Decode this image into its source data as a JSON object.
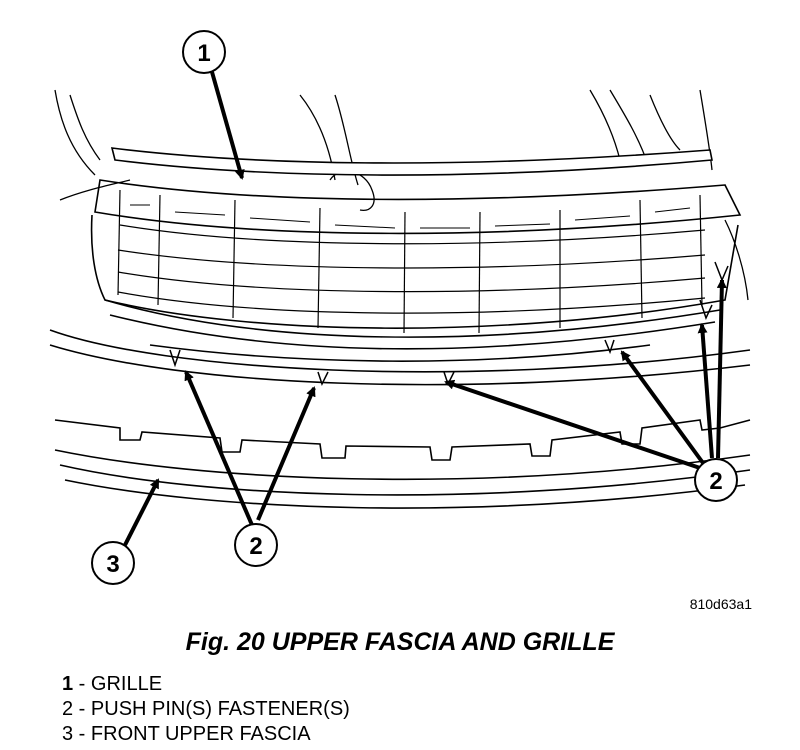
{
  "callouts": {
    "c1": "1",
    "c2a": "2",
    "c2b": "2",
    "c3": "3"
  },
  "figure_id": "810d63a1",
  "caption": "Fig. 20 UPPER FASCIA AND GRILLE",
  "legend": [
    {
      "num": "1",
      "sep": " - ",
      "text": "GRILLE"
    },
    {
      "num": "2",
      "sep": " - ",
      "text": "PUSH PIN(S) FASTENER(S)"
    },
    {
      "num": "3",
      "sep": " - ",
      "text": "FRONT UPPER FASCIA"
    }
  ]
}
